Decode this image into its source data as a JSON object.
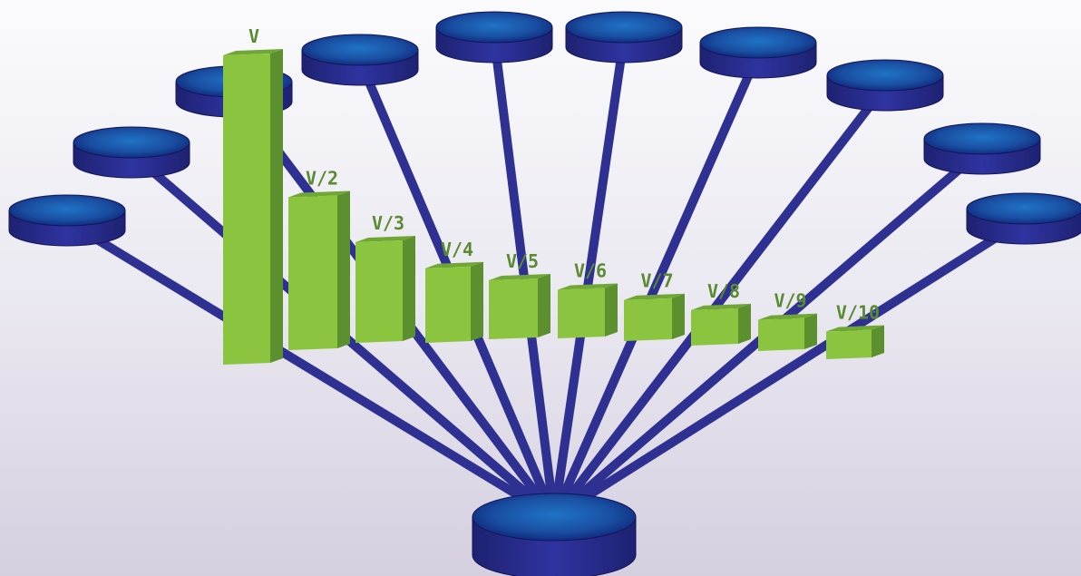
{
  "colors": {
    "link": "#2e3192",
    "disk_top_light": "#1f6fc0",
    "disk_top_dark": "#0a1f6e",
    "disk_side": "#2c2f8f",
    "bar_front": "#8bc53f",
    "bar_side": "#5c8f2e",
    "bar_top": "#6fa636",
    "label": "#5a8a32",
    "background_top": "#fbfbfd",
    "background_bottom": "#d5cfe0"
  },
  "nodes": {
    "hub": "hub-disk",
    "peers": [
      "peer-1",
      "peer-2",
      "peer-3",
      "peer-4",
      "peer-5",
      "peer-6",
      "peer-7",
      "peer-8",
      "peer-9",
      "peer-10",
      "peer-11",
      "peer-12"
    ]
  },
  "chart_data": {
    "type": "bar",
    "categories": [
      "V",
      "V/2",
      "V/3",
      "V/4",
      "V/5",
      "V/6",
      "V/7",
      "V/8",
      "V/9",
      "V/10"
    ],
    "values": [
      1,
      0.5,
      0.3333,
      0.25,
      0.2,
      0.1667,
      0.1429,
      0.125,
      0.1111,
      0.1
    ]
  }
}
